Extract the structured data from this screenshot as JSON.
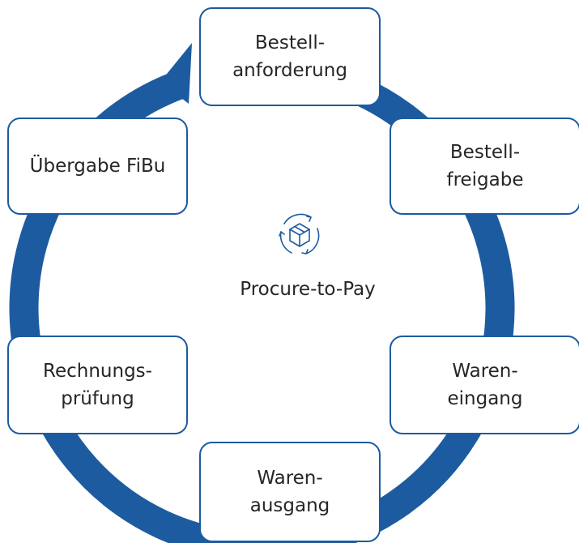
{
  "title": "Procure-to-Pay",
  "center_icon": "box-cycle-icon",
  "colors": {
    "ring": "#1d5ba0",
    "border": "#1d5ba0",
    "text": "#262626"
  },
  "steps": [
    {
      "label": "Bestell-\nanforderung"
    },
    {
      "label": "Bestell-\nfreigabe"
    },
    {
      "label": "Waren-\neingang"
    },
    {
      "label": "Waren-\nausgang"
    },
    {
      "label": "Rechnungs-\nprüfung"
    },
    {
      "label": "Übergabe FiBu"
    }
  ]
}
